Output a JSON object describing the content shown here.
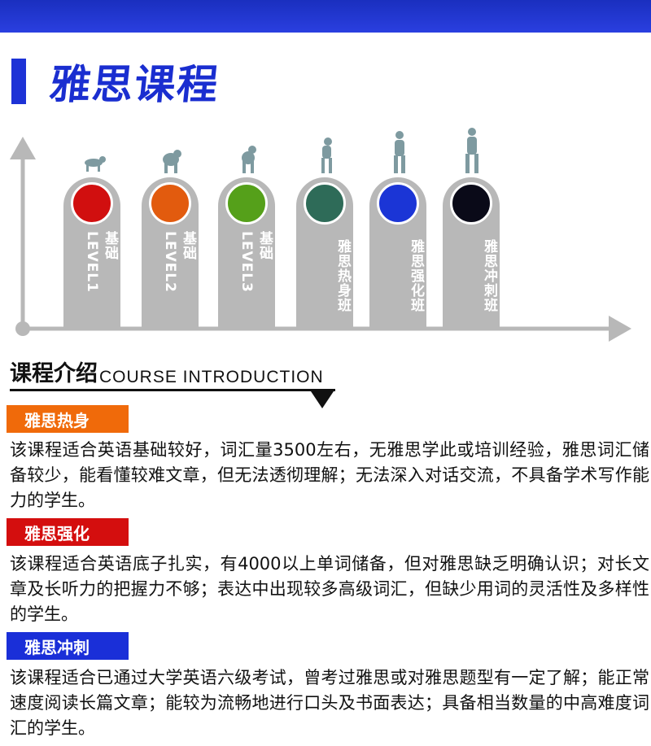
{
  "page": {
    "title": "雅思课程"
  },
  "levels": [
    {
      "label": "基础LEVEL1",
      "color": "#d10f0f"
    },
    {
      "label": "基础LEVEL2",
      "color": "#e25b0e"
    },
    {
      "label": "基础LEVEL3",
      "color": "#55a01a"
    },
    {
      "label": "雅思热身班",
      "color": "#2e6b58"
    },
    {
      "label": "雅思强化班",
      "color": "#1b35d6"
    },
    {
      "label": "雅思冲刺班",
      "color": "#0a0a18"
    }
  ],
  "intro": {
    "title_cn": "课程介绍",
    "title_en": "COURSE  INTRODUCTION"
  },
  "sections": [
    {
      "tag": "雅思热身",
      "tag_color": "#f06a0a",
      "text": "该课程适合英语基础较好，词汇量3500左右，无雅思学此或培训经验，雅思词汇储备较少，能看懂较难文章，但无法透彻理解；无法深入对话交流，不具备学术写作能力的学生。"
    },
    {
      "tag": "雅思强化",
      "tag_color": "#d40e0e",
      "text": "该课程适合英语底子扎实，有4000以上单词储备，但对雅思缺乏明确认识；对长文章及长听力的把握力不够；表达中出现较多高级词汇，但缺少用词的灵活性及多样性的学生。"
    },
    {
      "tag": "雅思冲刺",
      "tag_color": "#1a2fd8",
      "text": "该课程适合已通过大学英语六级考试，曾考过雅思或对雅思题型有一定了解；能正常速度阅读长篇文章；能较为流畅地进行口头及书面表达；具备相当数量的中高难度词汇的学生。"
    }
  ]
}
